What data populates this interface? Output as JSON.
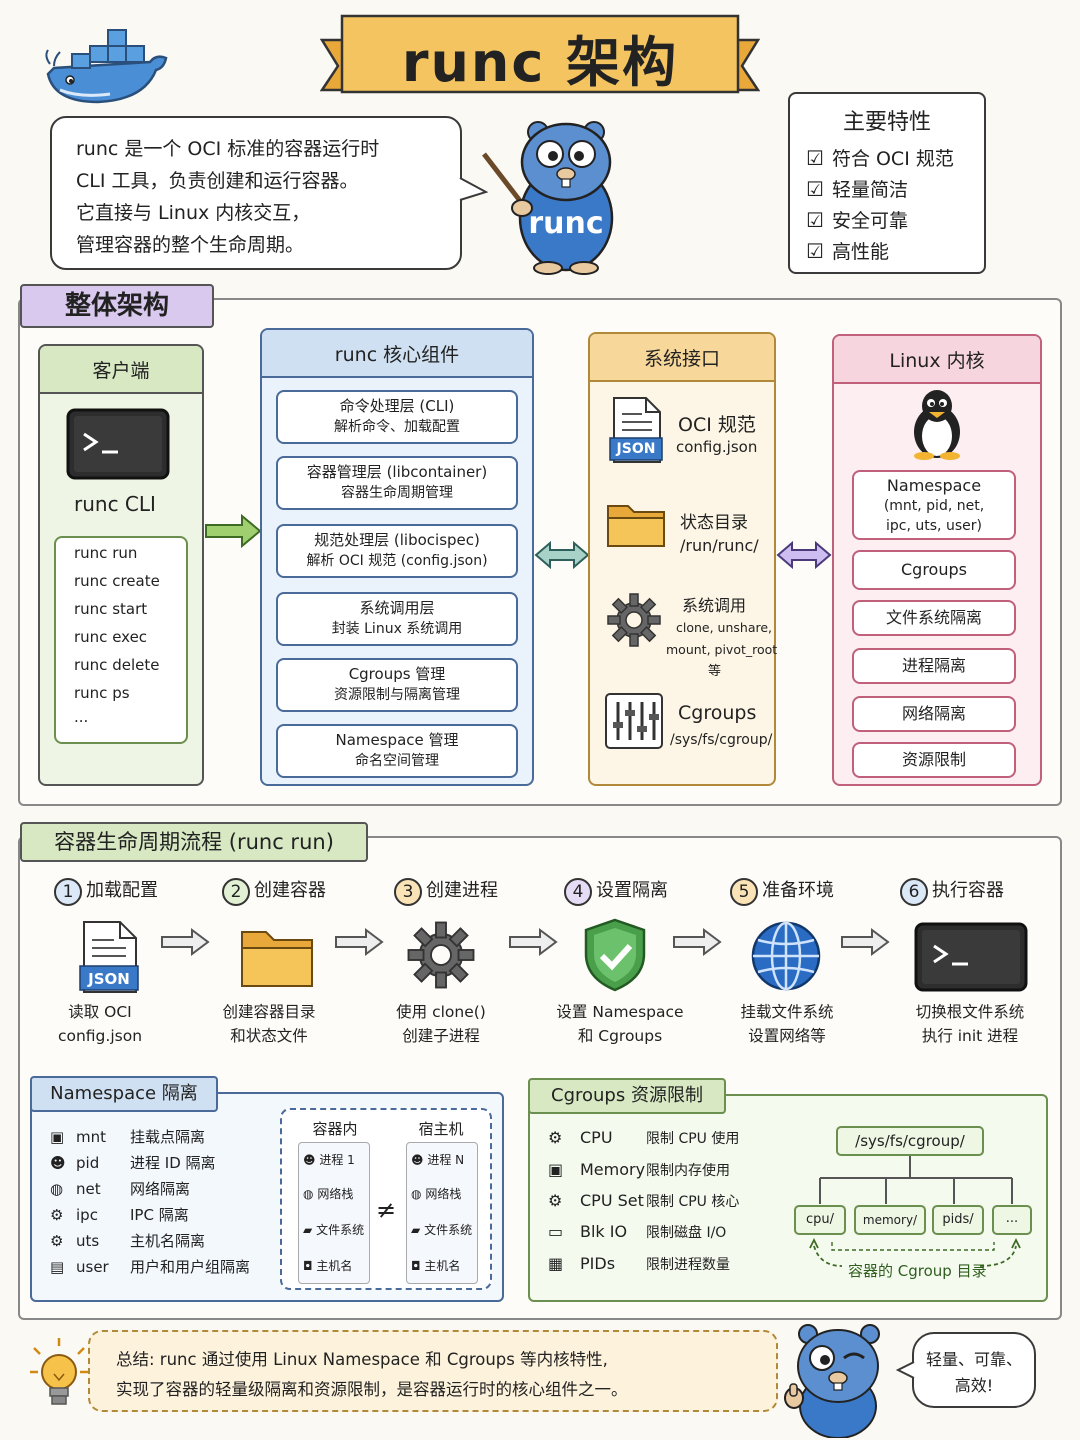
{
  "title": "runc 架构",
  "intro": [
    "runc 是一个 OCI 标准的容器运行时",
    "CLI 工具，负责创建和运行容器。",
    "它直接与 Linux 内核交互，",
    "管理容器的整个生命周期。"
  ],
  "mascot_label": "runc",
  "features": {
    "title": "主要特性",
    "items": [
      "符合 OCI 规范",
      "轻量简洁",
      "安全可靠",
      "高性能"
    ]
  },
  "arch": {
    "section_title": "整体架构",
    "client": {
      "title": "客户端",
      "cli_label": "runc CLI",
      "commands": [
        "runc run",
        "runc create",
        "runc start",
        "runc exec",
        "runc delete",
        "runc ps",
        "..."
      ]
    },
    "core": {
      "title": "runc 核心组件",
      "items": [
        {
          "name": "命令处理层 (CLI)",
          "desc": "解析命令、加载配置"
        },
        {
          "name": "容器管理层 (libcontainer)",
          "desc": "容器生命周期管理"
        },
        {
          "name": "规范处理层 (libocispec)",
          "desc": "解析 OCI 规范 (config.json)"
        },
        {
          "name": "系统调用层",
          "desc": "封装 Linux 系统调用"
        },
        {
          "name": "Cgroups 管理",
          "desc": "资源限制与隔离管理"
        },
        {
          "name": "Namespace 管理",
          "desc": "命名空间管理"
        }
      ]
    },
    "sys": {
      "title": "系统接口",
      "json_badge": "JSON",
      "items": [
        {
          "name": "OCI 规范",
          "desc": "config.json"
        },
        {
          "name": "状态目录",
          "desc": "/run/runc/"
        },
        {
          "name": "系统调用",
          "desc": "clone, unshare,",
          "desc2": "mount, pivot_root",
          "desc3": "等"
        },
        {
          "name": "Cgroups",
          "desc": "/sys/fs/cgroup/"
        }
      ]
    },
    "kernel": {
      "title": "Linux 内核",
      "items": [
        {
          "name": "Namespace",
          "desc": "(mnt, pid, net,",
          "desc2": "ipc, uts, user)"
        },
        {
          "name": "Cgroups"
        },
        {
          "name": "文件系统隔离"
        },
        {
          "name": "进程隔离"
        },
        {
          "name": "网络隔离"
        },
        {
          "name": "资源限制"
        }
      ]
    }
  },
  "lifecycle": {
    "section_title": "容器生命周期流程 (runc run)",
    "steps": [
      {
        "num": "1",
        "title": "加载配置",
        "cap1": "读取 OCI",
        "cap2": "config.json",
        "badge": "JSON"
      },
      {
        "num": "2",
        "title": "创建容器",
        "cap1": "创建容器目录",
        "cap2": "和状态文件"
      },
      {
        "num": "3",
        "title": "创建进程",
        "cap1": "使用 clone()",
        "cap2": "创建子进程"
      },
      {
        "num": "4",
        "title": "设置隔离",
        "cap1": "设置 Namespace",
        "cap2": "和 Cgroups"
      },
      {
        "num": "5",
        "title": "准备环境",
        "cap1": "挂载文件系统",
        "cap2": "设置网络等"
      },
      {
        "num": "6",
        "title": "执行容器",
        "cap1": "切换根文件系统",
        "cap2": "执行 init 进程"
      }
    ]
  },
  "namespace": {
    "title": "Namespace 隔离",
    "rows": [
      {
        "key": "mnt",
        "desc": "挂载点隔离"
      },
      {
        "key": "pid",
        "desc": "进程 ID 隔离"
      },
      {
        "key": "net",
        "desc": "网络隔离"
      },
      {
        "key": "ipc",
        "desc": "IPC 隔离"
      },
      {
        "key": "uts",
        "desc": "主机名隔离"
      },
      {
        "key": "user",
        "desc": "用户和用户组隔离"
      }
    ],
    "container": {
      "title": "容器内",
      "items": [
        "进程 1",
        "网络栈",
        "文件系统",
        "主机名"
      ]
    },
    "host": {
      "title": "宿主机",
      "items": [
        "进程 N",
        "网络栈",
        "文件系统",
        "主机名"
      ]
    },
    "neq": "≠"
  },
  "cgroups": {
    "title": "Cgroups 资源限制",
    "rows": [
      {
        "key": "CPU",
        "desc": "限制 CPU 使用"
      },
      {
        "key": "Memory",
        "desc": "限制内存使用"
      },
      {
        "key": "CPU Set",
        "desc": "限制 CPU 核心"
      },
      {
        "key": "Blk IO",
        "desc": "限制磁盘 I/O"
      },
      {
        "key": "PIDs",
        "desc": "限制进程数量"
      }
    ],
    "root": "/sys/fs/cgroup/",
    "children": [
      "cpu/",
      "memory/",
      "pids/",
      "..."
    ],
    "tree_caption": "容器的 Cgroup 目录"
  },
  "summary": {
    "line1": "总结: runc 通过使用 Linux Namespace 和 Cgroups 等内核特性,",
    "line2": "实现了容器的轻量级隔离和资源限制，是容器运行时的核心组件之一。",
    "bubble1": "轻量、可靠、",
    "bubble2": "高效!"
  },
  "colors": {
    "purple": "#d9c9ee",
    "green": "#d7e8c3",
    "blue": "#cfe0f2",
    "orange": "#f7d89a",
    "pink": "#f7d5df",
    "banner": "#f4c460"
  }
}
